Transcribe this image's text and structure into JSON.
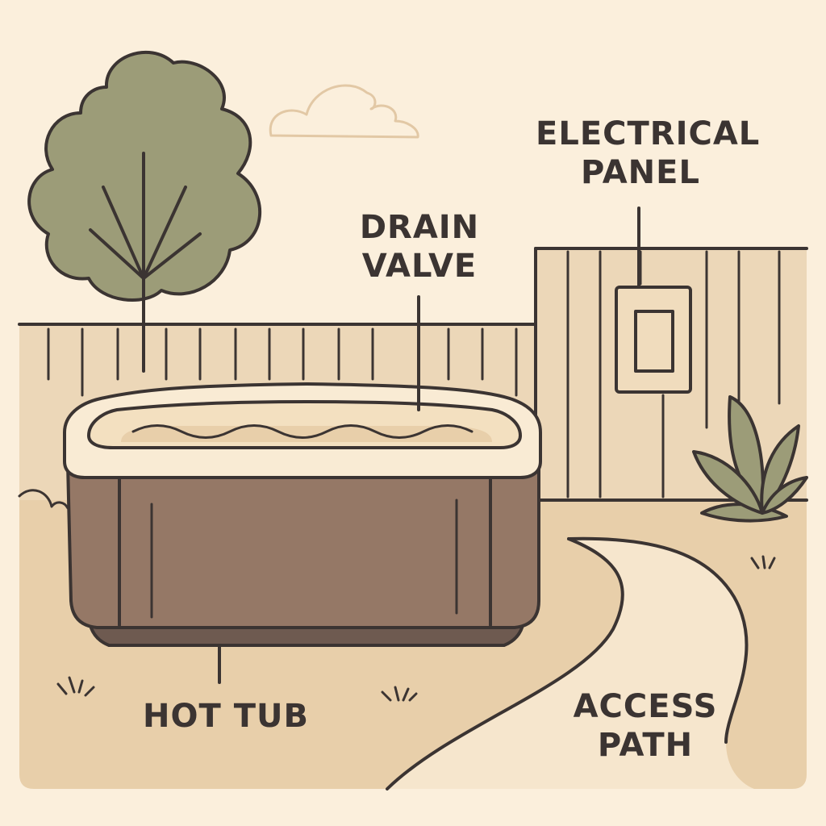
{
  "labels": {
    "electrical_panel": {
      "line1": "ELECTRICAL",
      "line2": "PANEL"
    },
    "drain_valve": {
      "line1": "DRAIN",
      "line2": "VALVE"
    },
    "hot_tub": "HOT TUB",
    "access_path": {
      "line1": "ACCESS",
      "line2": "PATH"
    }
  },
  "colors": {
    "background": "#fbefdc",
    "ground": "#e8cfaa",
    "path": "#f6e6cd",
    "fence": "#ecd7b8",
    "tub_body": "#957866",
    "tub_base": "#6e5a50",
    "tub_rim": "#f9ebd4",
    "foliage": "#9c9c78",
    "outline": "#3b3432"
  },
  "icons": [
    "tree-icon",
    "cloud-icon",
    "plant-icon",
    "grass-icon"
  ]
}
